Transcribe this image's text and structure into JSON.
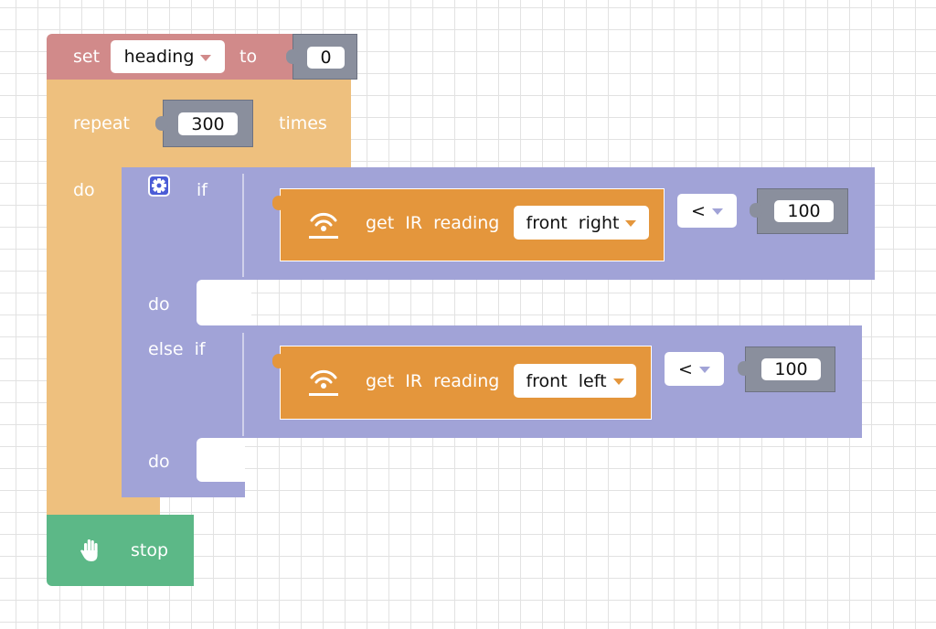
{
  "colors": {
    "set_block": "#d18a8a",
    "loop_block": "#eec07e",
    "if_block": "#a1a3d7",
    "sensor_block": "#e4963c",
    "stop_block": "#5cb887",
    "number_block": "#8a8f9d"
  },
  "set_block": {
    "set_label": "set",
    "variable": "heading",
    "to_label": "to",
    "value": "0"
  },
  "repeat_block": {
    "repeat_label": "repeat",
    "count": "300",
    "times_label": "times",
    "do_label": "do"
  },
  "if_block": {
    "settings_icon": "gear-icon",
    "if_label": "if",
    "do_label": "do",
    "else_if_label": "else  if",
    "do2_label": "do",
    "condition1": {
      "icon": "wifi-sensor-icon",
      "get_label": "get  IR  reading",
      "sensor": "front  right",
      "operator": "<",
      "value": "100"
    },
    "condition2": {
      "icon": "wifi-sensor-icon",
      "get_label": "get  IR  reading",
      "sensor": "front  left",
      "operator": "<",
      "value": "100"
    }
  },
  "stop_block": {
    "icon": "hand-icon",
    "label": "stop"
  }
}
